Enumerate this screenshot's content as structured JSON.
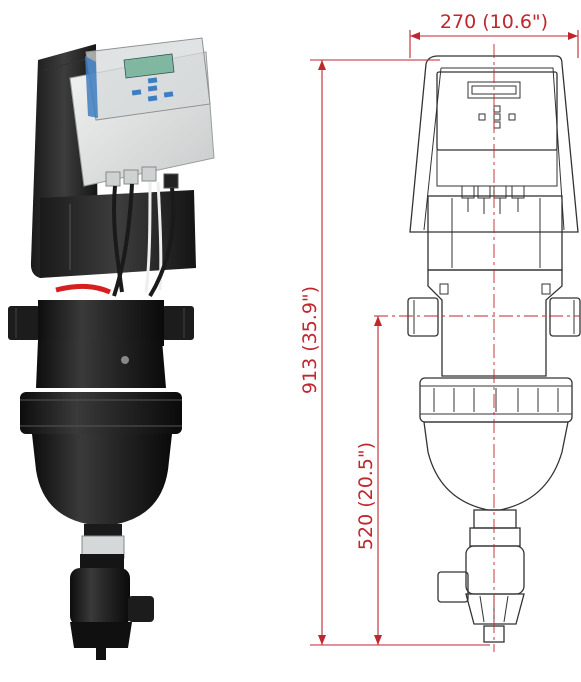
{
  "dimensions": {
    "width_label": "270 (10.6\")",
    "total_height_label": "913 (35.9\")",
    "inlet_height_label": "520 (20.5\")"
  },
  "colors": {
    "dimension": "#c0262e",
    "line_art": "#333333",
    "body_black": "#1b1b1b",
    "controller_grey": "#e4e6e6",
    "display_green": "#7fb7a0",
    "button_blue": "#3d7ec2",
    "cable_red": "#d62020"
  }
}
